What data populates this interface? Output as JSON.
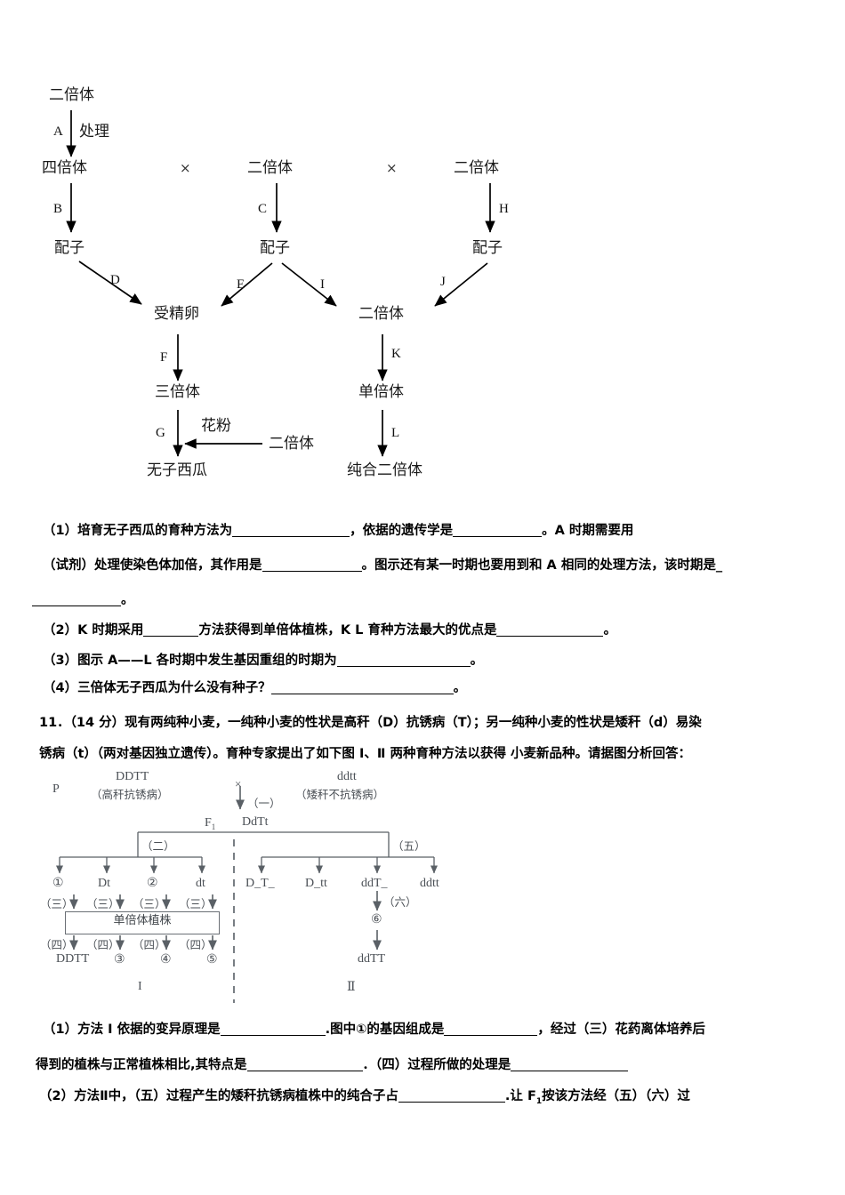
{
  "diagram1": {
    "name": "seedless-watermelon-breeding-flowchart",
    "nodes": {
      "diploid_top": "二倍体",
      "tetraploid": "四倍体",
      "diploid_mid": "二倍体",
      "diploid_right": "二倍体",
      "gamete_left": "配子",
      "gamete_mid": "配子",
      "gamete_right": "配子",
      "zygote": "受精卵",
      "diploid_lower": "二倍体",
      "triploid": "三倍体",
      "haploid": "单倍体",
      "seedless_watermelon": "无子西瓜",
      "homozygous_diploid": "纯合二倍体",
      "pollen_source_diploid": "二倍体"
    },
    "edge_labels": {
      "A": "A",
      "A_note": "处理",
      "B": "B",
      "C": "C",
      "H": "H",
      "D": "D",
      "E": "E",
      "I": "I",
      "J": "J",
      "F": "F",
      "K": "K",
      "G": "G",
      "G_note": "花粉",
      "L": "L"
    },
    "cross_symbol": "×"
  },
  "questions_block_1": [
    {
      "num": "（1）",
      "line1_a": "培育无子西瓜的育种方法为",
      "line1_b": "，依据的遗传学是",
      "line1_c": "。A 时期需要用",
      "line2_a": "（试剂）处理使染色体加倍，其作用是",
      "line2_b": "。图示还有某一时期也要用到和 A 相同的处理方法，该时期是_",
      "line3_a": "。"
    },
    {
      "num": "（2）",
      "a": "K 时期采用",
      "b": "方法获得到单倍体植株，K L 育种方法最大的优点是",
      "c": "。"
    },
    {
      "num": "（3）",
      "a": "图示 A——L 各时期中发生基因重组的时期为",
      "b": "。"
    },
    {
      "num": "（4）",
      "a": "三倍体无子西瓜为什么没有种子？",
      "b": "。"
    }
  ],
  "question_11": {
    "number": "11．",
    "score": "（14 分）",
    "line1": "现有两纯种小麦，一纯种小麦的性状是高秆（D）抗锈病（T）；另一纯种小麦的性状是矮秆（d）易染",
    "line2": "锈病（t）（两对基因独立遗传）。育种专家提出了如下图 I、Ⅱ 两种育种方法以获得 小麦新品种。请据图分析回答："
  },
  "diagram2": {
    "name": "wheat-breeding-methods-flowchart",
    "p_label": "P",
    "parent_left_geno": "DDTT",
    "parent_left_pheno": "（高秆抗锈病）",
    "cross_symbol": "×",
    "parent_right_geno": "ddtt",
    "parent_right_pheno": "（矮秆不抗锈病）",
    "step_one": "（一）",
    "f1_label": "F",
    "f1_sub": "1",
    "f1_geno": "DdTt",
    "step_two": "（二）",
    "step_five": "（五）",
    "method1_gametes": [
      "①",
      "Dt",
      "②",
      "dt"
    ],
    "method2_offspring": [
      "D_T_",
      "D_tt",
      "ddT_",
      "ddtt"
    ],
    "step_three": "（三）",
    "step_four": "（四）",
    "step_six": "（六）",
    "haploid_box": "单倍体植株",
    "method1_results": [
      "DDTT",
      "③",
      "④",
      "⑤"
    ],
    "circle_six": "⑥",
    "final_geno": "ddTT",
    "method1_label": "I",
    "method2_label": "Ⅱ"
  },
  "questions_block_2": [
    {
      "num": "（1）",
      "a": "方法 I 依据的变异原理是",
      "b": ".图中①的基因组成是",
      "c": "，经过（三）花药离体培养后",
      "d": "得到的植株与正常植株相比,其特点是",
      "e": "．（四）过程所做的处理是"
    },
    {
      "num": "（2）",
      "a": "方法Ⅱ中，（五）过程产生的矮秆抗锈病植株中的纯合子占",
      "b": ".让 F",
      "b_sub": "1",
      "c": "按该方法经（五）（六）过"
    }
  ]
}
